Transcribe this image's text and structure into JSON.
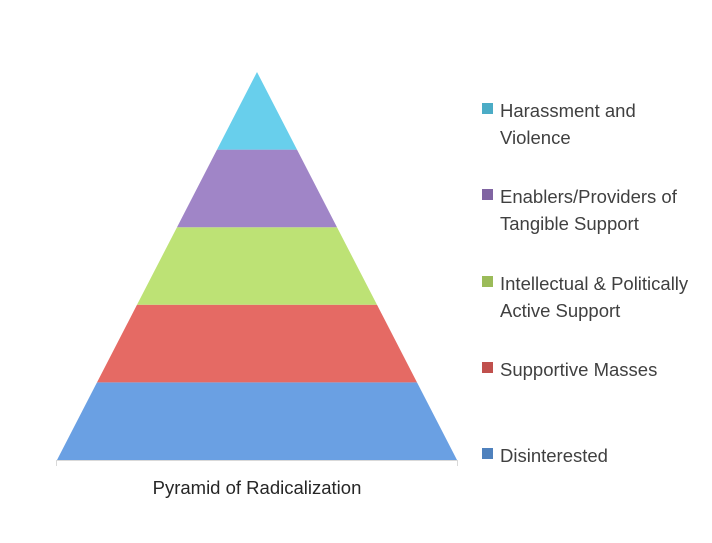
{
  "chart_data": {
    "type": "pyramid",
    "xlabel": "",
    "ylabel": "",
    "categories": [
      "Pyramid of Radicalization"
    ],
    "series": [
      {
        "name": "Disinterested",
        "values": [
          1
        ],
        "color": "#6aa0e3"
      },
      {
        "name": "Supportive Masses",
        "values": [
          1
        ],
        "color": "#e56a64"
      },
      {
        "name": "Intellectual & Politically Active Support",
        "values": [
          1
        ],
        "color": "#bde275"
      },
      {
        "name": "Enablers/Providers of Tangible Support",
        "values": [
          1
        ],
        "color": "#a085c7"
      },
      {
        "name": "Harassment and Violence",
        "values": [
          1
        ],
        "color": "#68cfec"
      }
    ],
    "legend": {
      "position": "right",
      "order": [
        "Harassment and Violence",
        "Enablers/Providers of Tangible Support",
        "Intellectual & Politically Active Support",
        "Supportive Masses",
        "Disinterested"
      ],
      "swatch_colors": [
        "#4bacc6",
        "#8064a2",
        "#9bbb59",
        "#c0504d",
        "#4f81bd"
      ]
    },
    "grid": false
  }
}
